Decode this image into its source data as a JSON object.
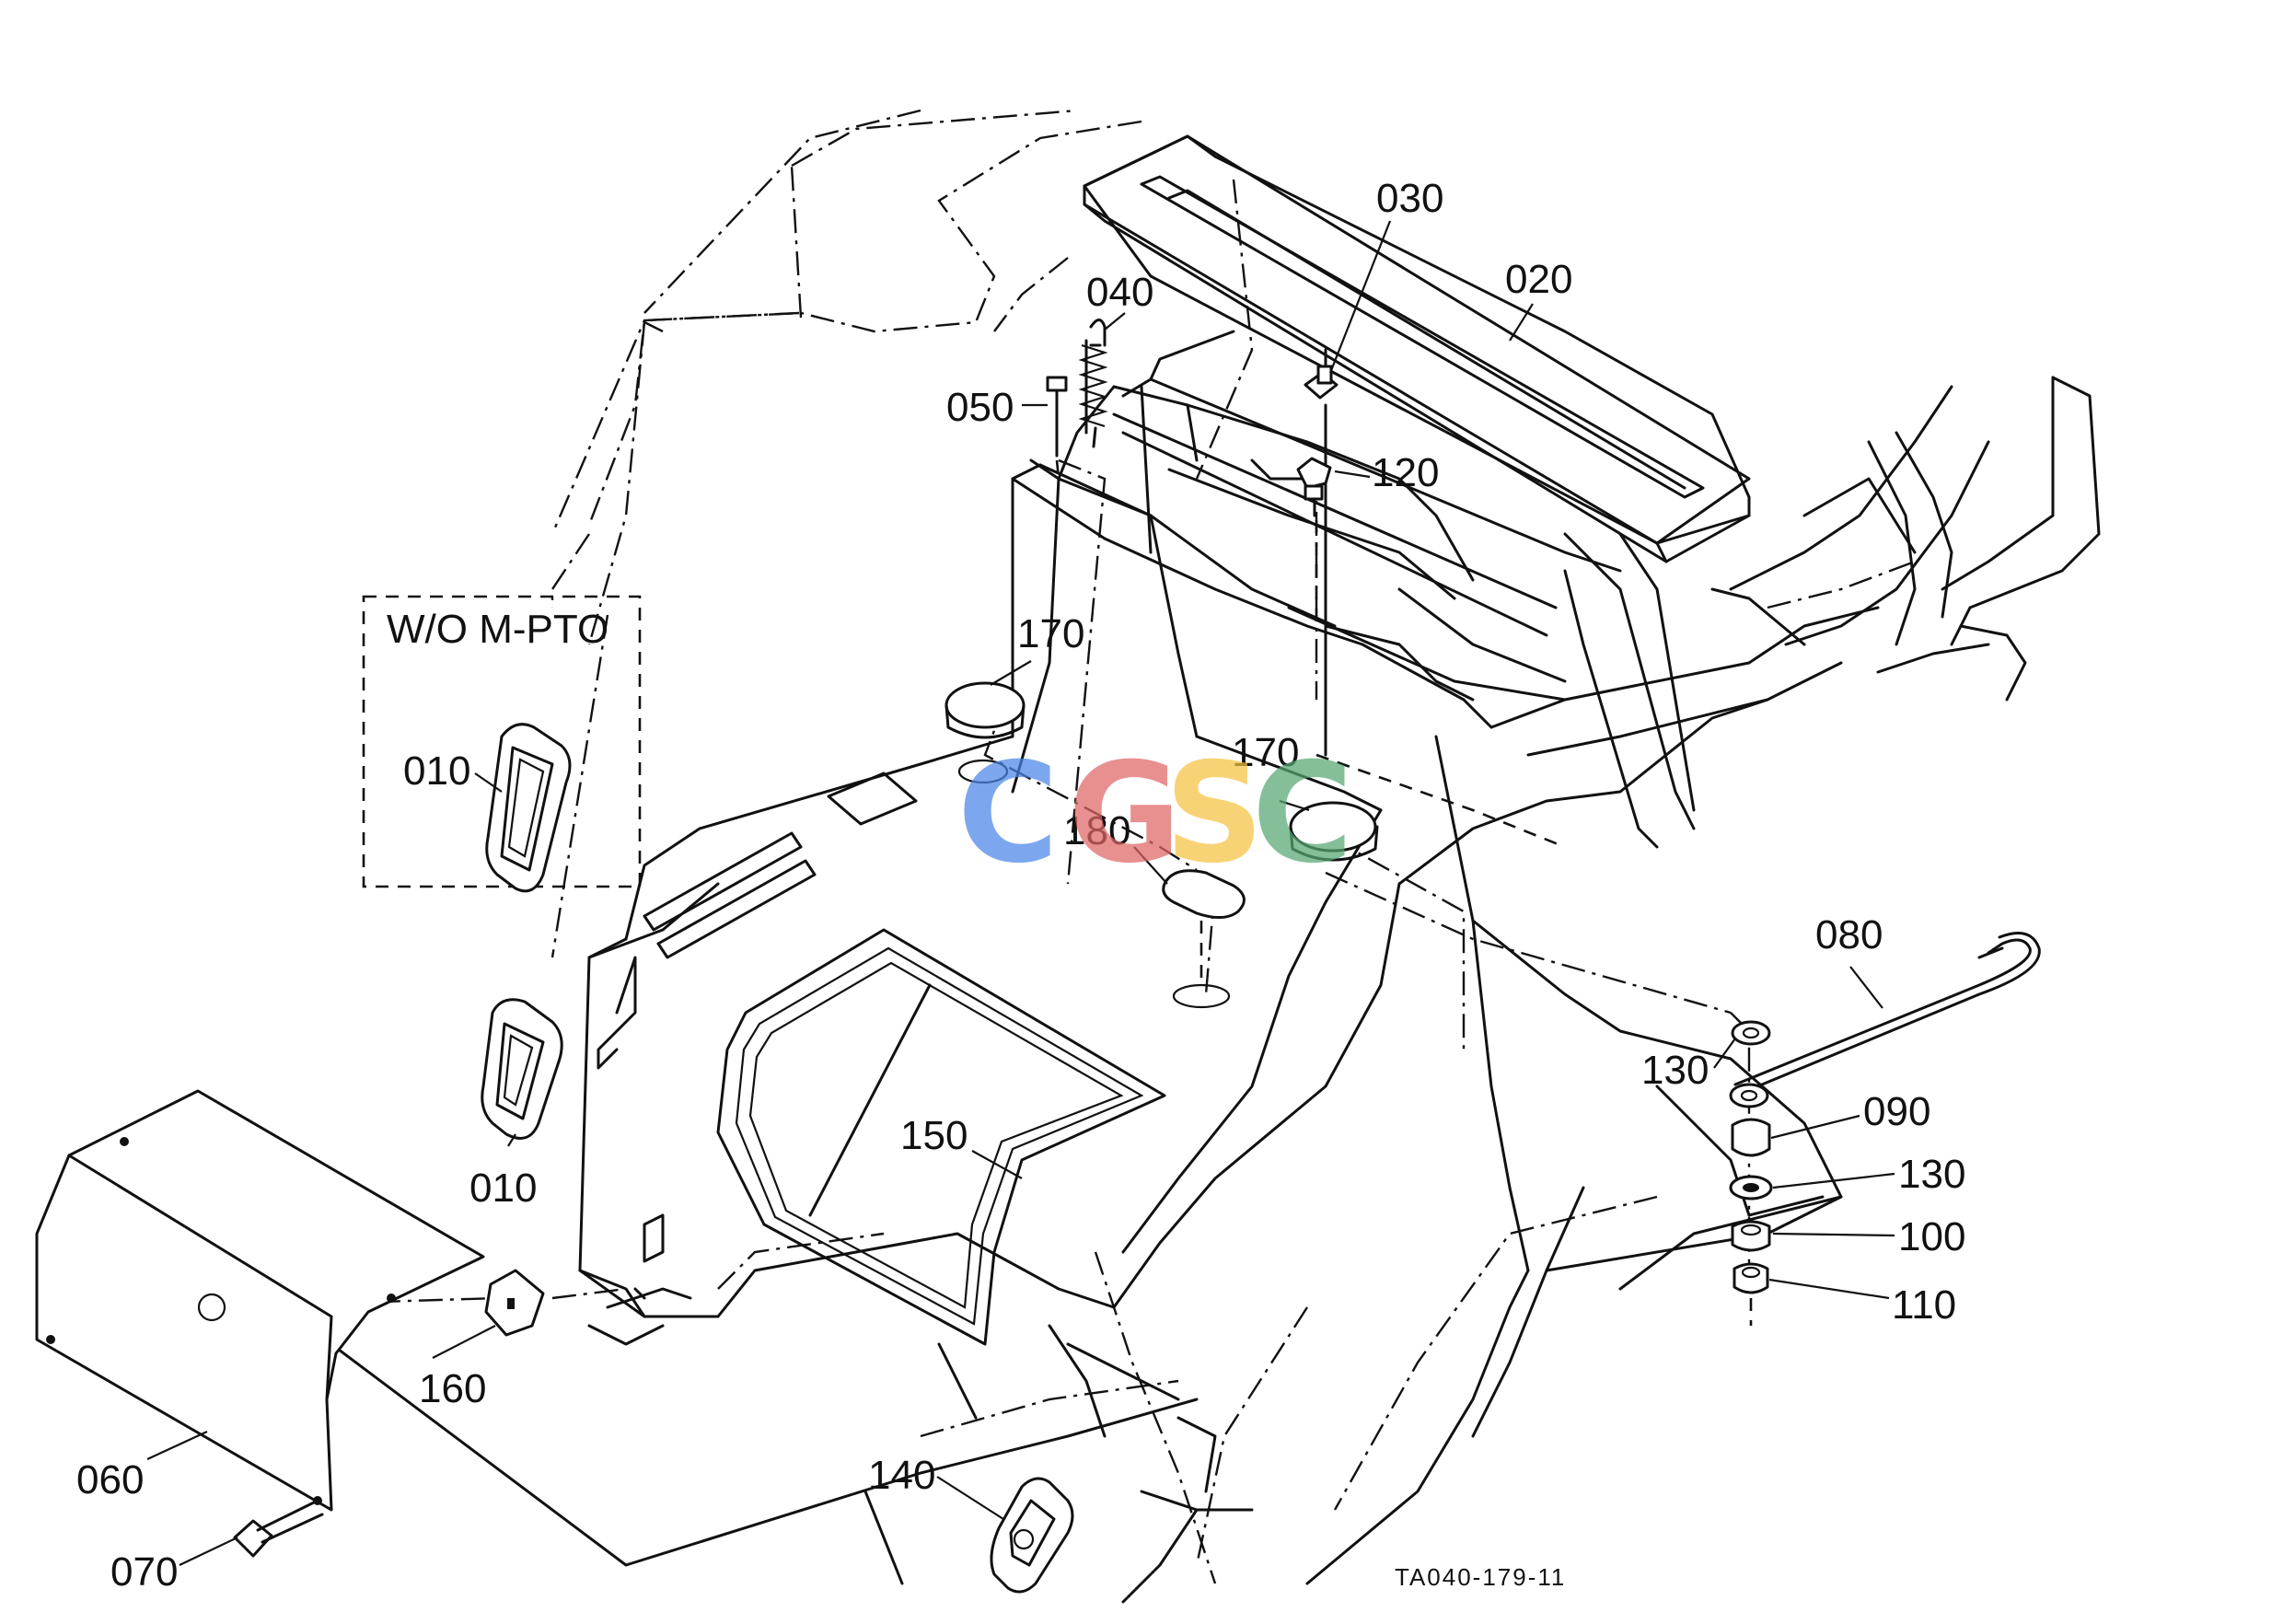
{
  "variant_box_label": "W/O  M-PTO",
  "drawing_code": "TA040-179-11",
  "watermark": {
    "letters": [
      "C",
      "G",
      "S",
      "C"
    ],
    "colors": [
      "#4a86e8",
      "#e06666",
      "#f6c342",
      "#57a773"
    ]
  },
  "callouts": {
    "p010_box": "010",
    "p010": "010",
    "p020": "020",
    "p030": "030",
    "p040": "040",
    "p050": "050",
    "p060": "060",
    "p070": "070",
    "p080": "080",
    "p090": "090",
    "p100": "100",
    "p110": "110",
    "p120": "120",
    "p130_upper": "130",
    "p130_lower": "130",
    "p140": "140",
    "p150": "150",
    "p160": "160",
    "p170_left": "170",
    "p170_right": "170",
    "p180": "180"
  }
}
